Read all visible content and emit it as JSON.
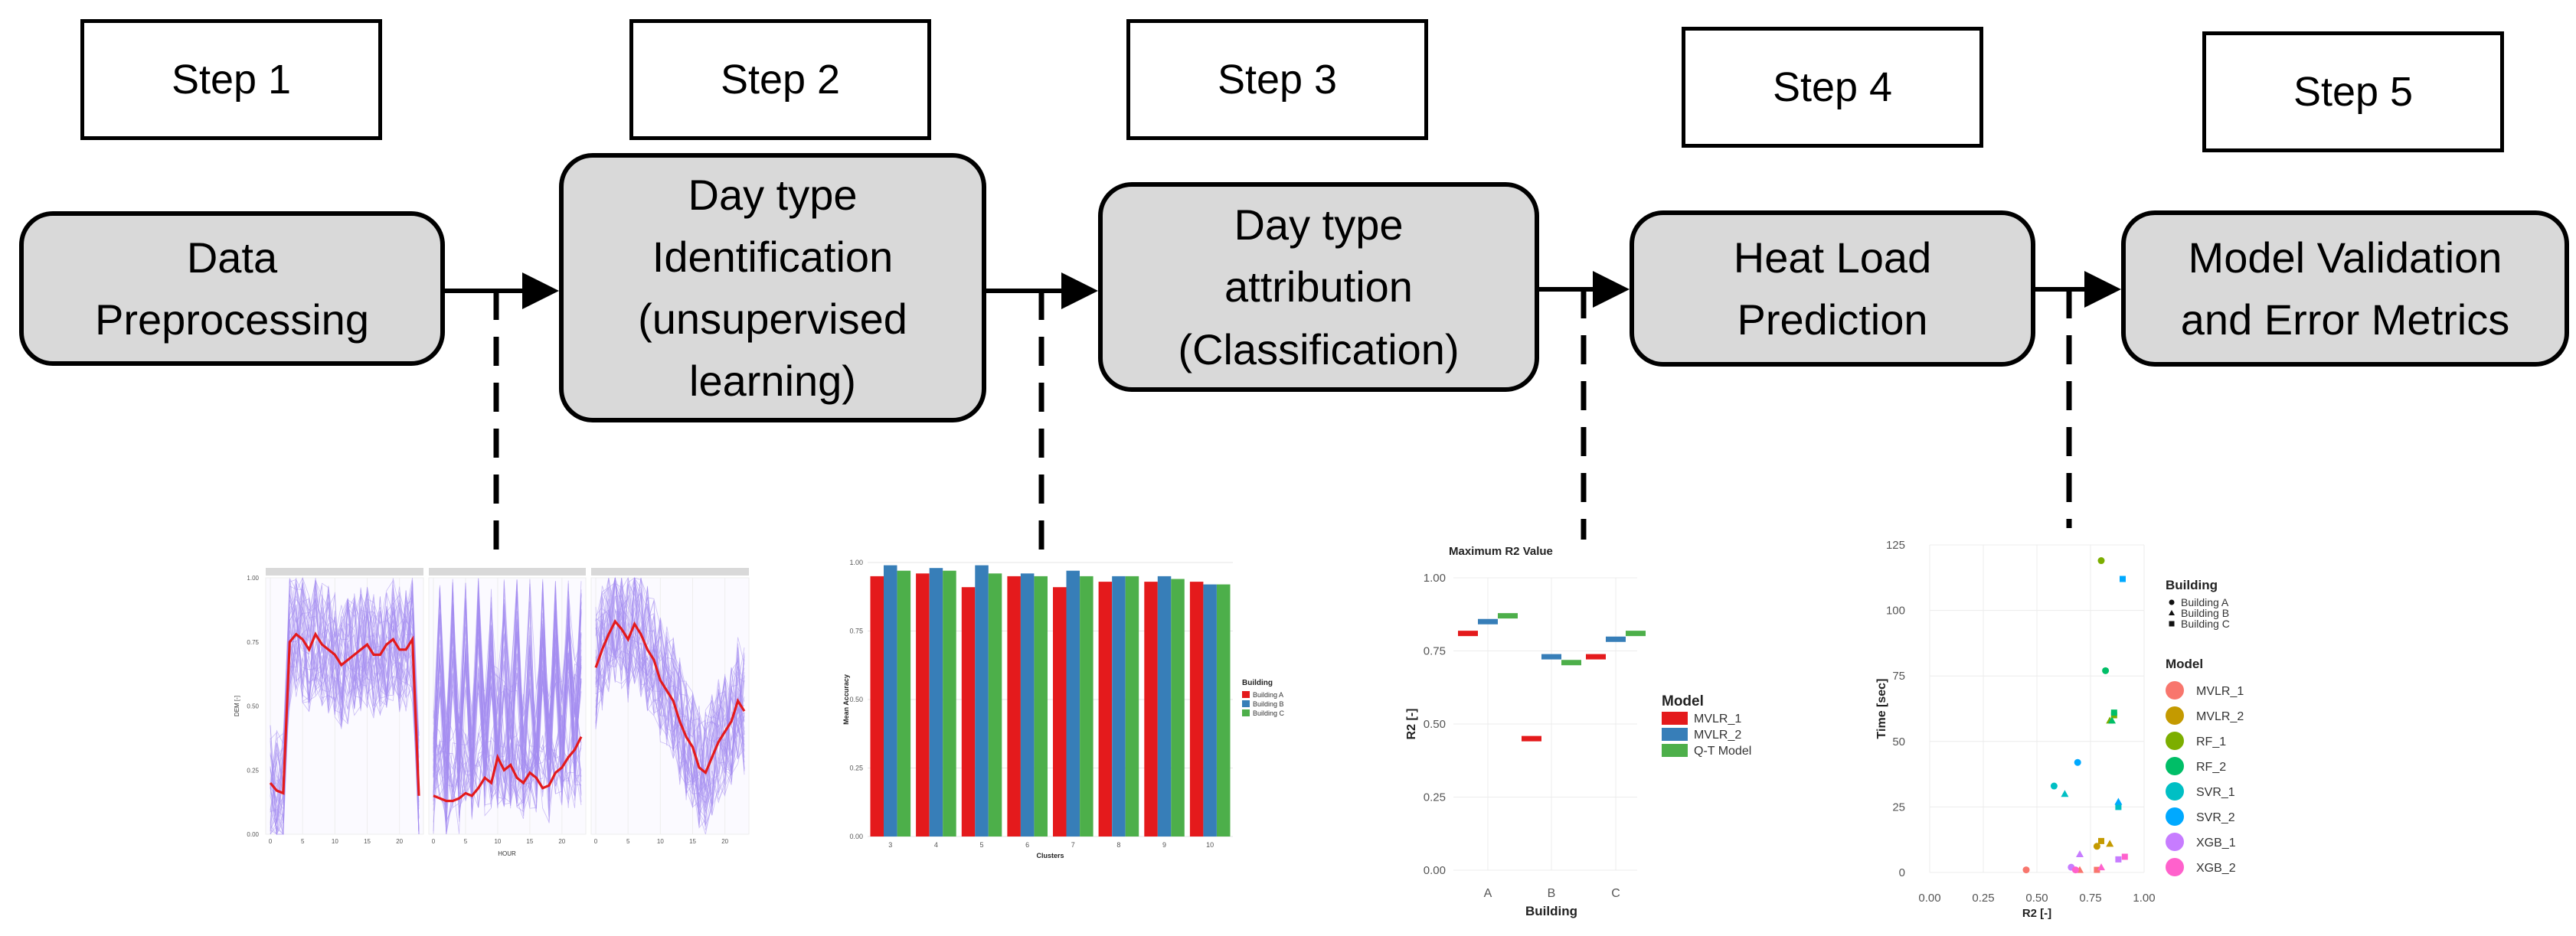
{
  "steps": [
    {
      "label": "Step 1",
      "process": "Data\nPreprocessing"
    },
    {
      "label": "Step 2",
      "process": "Day type\nIdentification\n(unsupervised\nlearning)"
    },
    {
      "label": "Step 3",
      "process": "Day type\nattribution\n(Classification)"
    },
    {
      "label": "Step 4",
      "process": "Heat Load\nPrediction"
    },
    {
      "label": "Step 5",
      "process": "Model Validation\nand Error Metrics"
    }
  ],
  "chart_data": [
    {
      "type": "line",
      "panels": 3,
      "xlabel": "HOUR",
      "ylabel": "DEM [-]",
      "xticks": [
        "0",
        "5",
        "10",
        "15",
        "20"
      ],
      "yticks": [
        "0.00",
        "0.25",
        "0.50",
        "0.75",
        "1.00"
      ],
      "ylim": [
        0,
        1
      ],
      "colors": {
        "profiles": "#a48cf0",
        "mean": "#e41a1c"
      },
      "series": [
        {
          "panel": 1,
          "values": [
            0.2,
            0.17,
            0.16,
            0.75,
            0.78,
            0.76,
            0.72,
            0.78,
            0.74,
            0.72,
            0.7,
            0.66,
            0.68,
            0.7,
            0.72,
            0.74,
            0.7,
            0.7,
            0.74,
            0.76,
            0.72,
            0.72,
            0.76,
            0.15
          ]
        },
        {
          "panel": 2,
          "values": [
            0.15,
            0.14,
            0.13,
            0.13,
            0.14,
            0.16,
            0.15,
            0.18,
            0.22,
            0.2,
            0.3,
            0.25,
            0.27,
            0.22,
            0.2,
            0.24,
            0.22,
            0.18,
            0.19,
            0.24,
            0.26,
            0.3,
            0.33,
            0.38
          ]
        },
        {
          "panel": 3,
          "values": [
            0.65,
            0.72,
            0.78,
            0.83,
            0.8,
            0.76,
            0.82,
            0.78,
            0.72,
            0.68,
            0.6,
            0.56,
            0.52,
            0.44,
            0.38,
            0.34,
            0.26,
            0.24,
            0.3,
            0.36,
            0.4,
            0.44,
            0.52,
            0.48
          ]
        }
      ]
    },
    {
      "type": "bar",
      "xlabel": "Clusters",
      "ylabel": "Mean Accuracy",
      "categories": [
        "3",
        "4",
        "5",
        "6",
        "7",
        "8",
        "9",
        "10"
      ],
      "yticks": [
        "0.00",
        "0.25",
        "0.50",
        "0.75",
        "1.00"
      ],
      "ylim": [
        0,
        1
      ],
      "legend_title": "Building",
      "legend_position": "right",
      "series": [
        {
          "name": "Building A",
          "color": "#e41a1c",
          "values": [
            0.95,
            0.96,
            0.91,
            0.95,
            0.91,
            0.93,
            0.93,
            0.93
          ]
        },
        {
          "name": "Building B",
          "color": "#377eb8",
          "values": [
            0.99,
            0.98,
            0.99,
            0.96,
            0.97,
            0.95,
            0.95,
            0.92
          ]
        },
        {
          "name": "Building C",
          "color": "#4daf4a",
          "values": [
            0.97,
            0.97,
            0.96,
            0.95,
            0.95,
            0.95,
            0.94,
            0.92
          ]
        }
      ]
    },
    {
      "type": "scatter",
      "title": "Maximum R2 Value",
      "xlabel": "Building",
      "ylabel": "R2 [-]",
      "categories": [
        "A",
        "B",
        "C"
      ],
      "yticks": [
        "0.00",
        "0.25",
        "0.50",
        "0.75",
        "1.00"
      ],
      "ylim": [
        0,
        1
      ],
      "legend_title": "Model",
      "legend_position": "right",
      "series": [
        {
          "name": "MVLR_1",
          "color": "#e41a1c",
          "values": [
            0.81,
            0.45,
            0.73
          ]
        },
        {
          "name": "MVLR_2",
          "color": "#377eb8",
          "values": [
            0.85,
            0.73,
            0.79
          ]
        },
        {
          "name": "Q-T Model",
          "color": "#4daf4a",
          "values": [
            0.87,
            0.71,
            0.81
          ]
        }
      ]
    },
    {
      "type": "scatter",
      "xlabel": "R2 [-]",
      "ylabel": "Time [sec]",
      "xticks": [
        "0.00",
        "0.25",
        "0.50",
        "0.75",
        "1.00"
      ],
      "yticks": [
        "0",
        "25",
        "50",
        "75",
        "100",
        "125"
      ],
      "xlim": [
        0,
        1
      ],
      "ylim": [
        0,
        125
      ],
      "legend_building_title": "Building",
      "buildings": [
        "Building A",
        "Building B",
        "Building C"
      ],
      "legend_title": "Model",
      "legend_position": "right",
      "series": [
        {
          "name": "MVLR_1",
          "color": "#f8766d",
          "points": [
            [
              0.45,
              1
            ],
            [
              0.7,
              1
            ],
            [
              0.78,
              1
            ]
          ]
        },
        {
          "name": "MVLR_2",
          "color": "#c49a00",
          "points": [
            [
              0.78,
              10
            ],
            [
              0.84,
              11
            ],
            [
              0.8,
              12
            ]
          ]
        },
        {
          "name": "RF_1",
          "color": "#7cae00",
          "points": [
            [
              0.8,
              119
            ],
            [
              0.84,
              58
            ],
            [
              0.86,
              60
            ]
          ]
        },
        {
          "name": "RF_2",
          "color": "#00be67",
          "points": [
            [
              0.82,
              77
            ],
            [
              0.85,
              58
            ],
            [
              0.86,
              61
            ]
          ]
        },
        {
          "name": "SVR_1",
          "color": "#00bfc4",
          "points": [
            [
              0.58,
              33
            ],
            [
              0.63,
              30
            ],
            [
              0.88,
              25
            ]
          ]
        },
        {
          "name": "SVR_2",
          "color": "#00a9ff",
          "points": [
            [
              0.69,
              42
            ],
            [
              0.88,
              27
            ],
            [
              0.9,
              112
            ]
          ]
        },
        {
          "name": "XGB_1",
          "color": "#c77cff",
          "points": [
            [
              0.66,
              2
            ],
            [
              0.7,
              7
            ],
            [
              0.88,
              5
            ]
          ]
        },
        {
          "name": "XGB_2",
          "color": "#ff61cc",
          "points": [
            [
              0.68,
              1
            ],
            [
              0.8,
              2
            ],
            [
              0.91,
              6
            ]
          ]
        }
      ]
    }
  ]
}
